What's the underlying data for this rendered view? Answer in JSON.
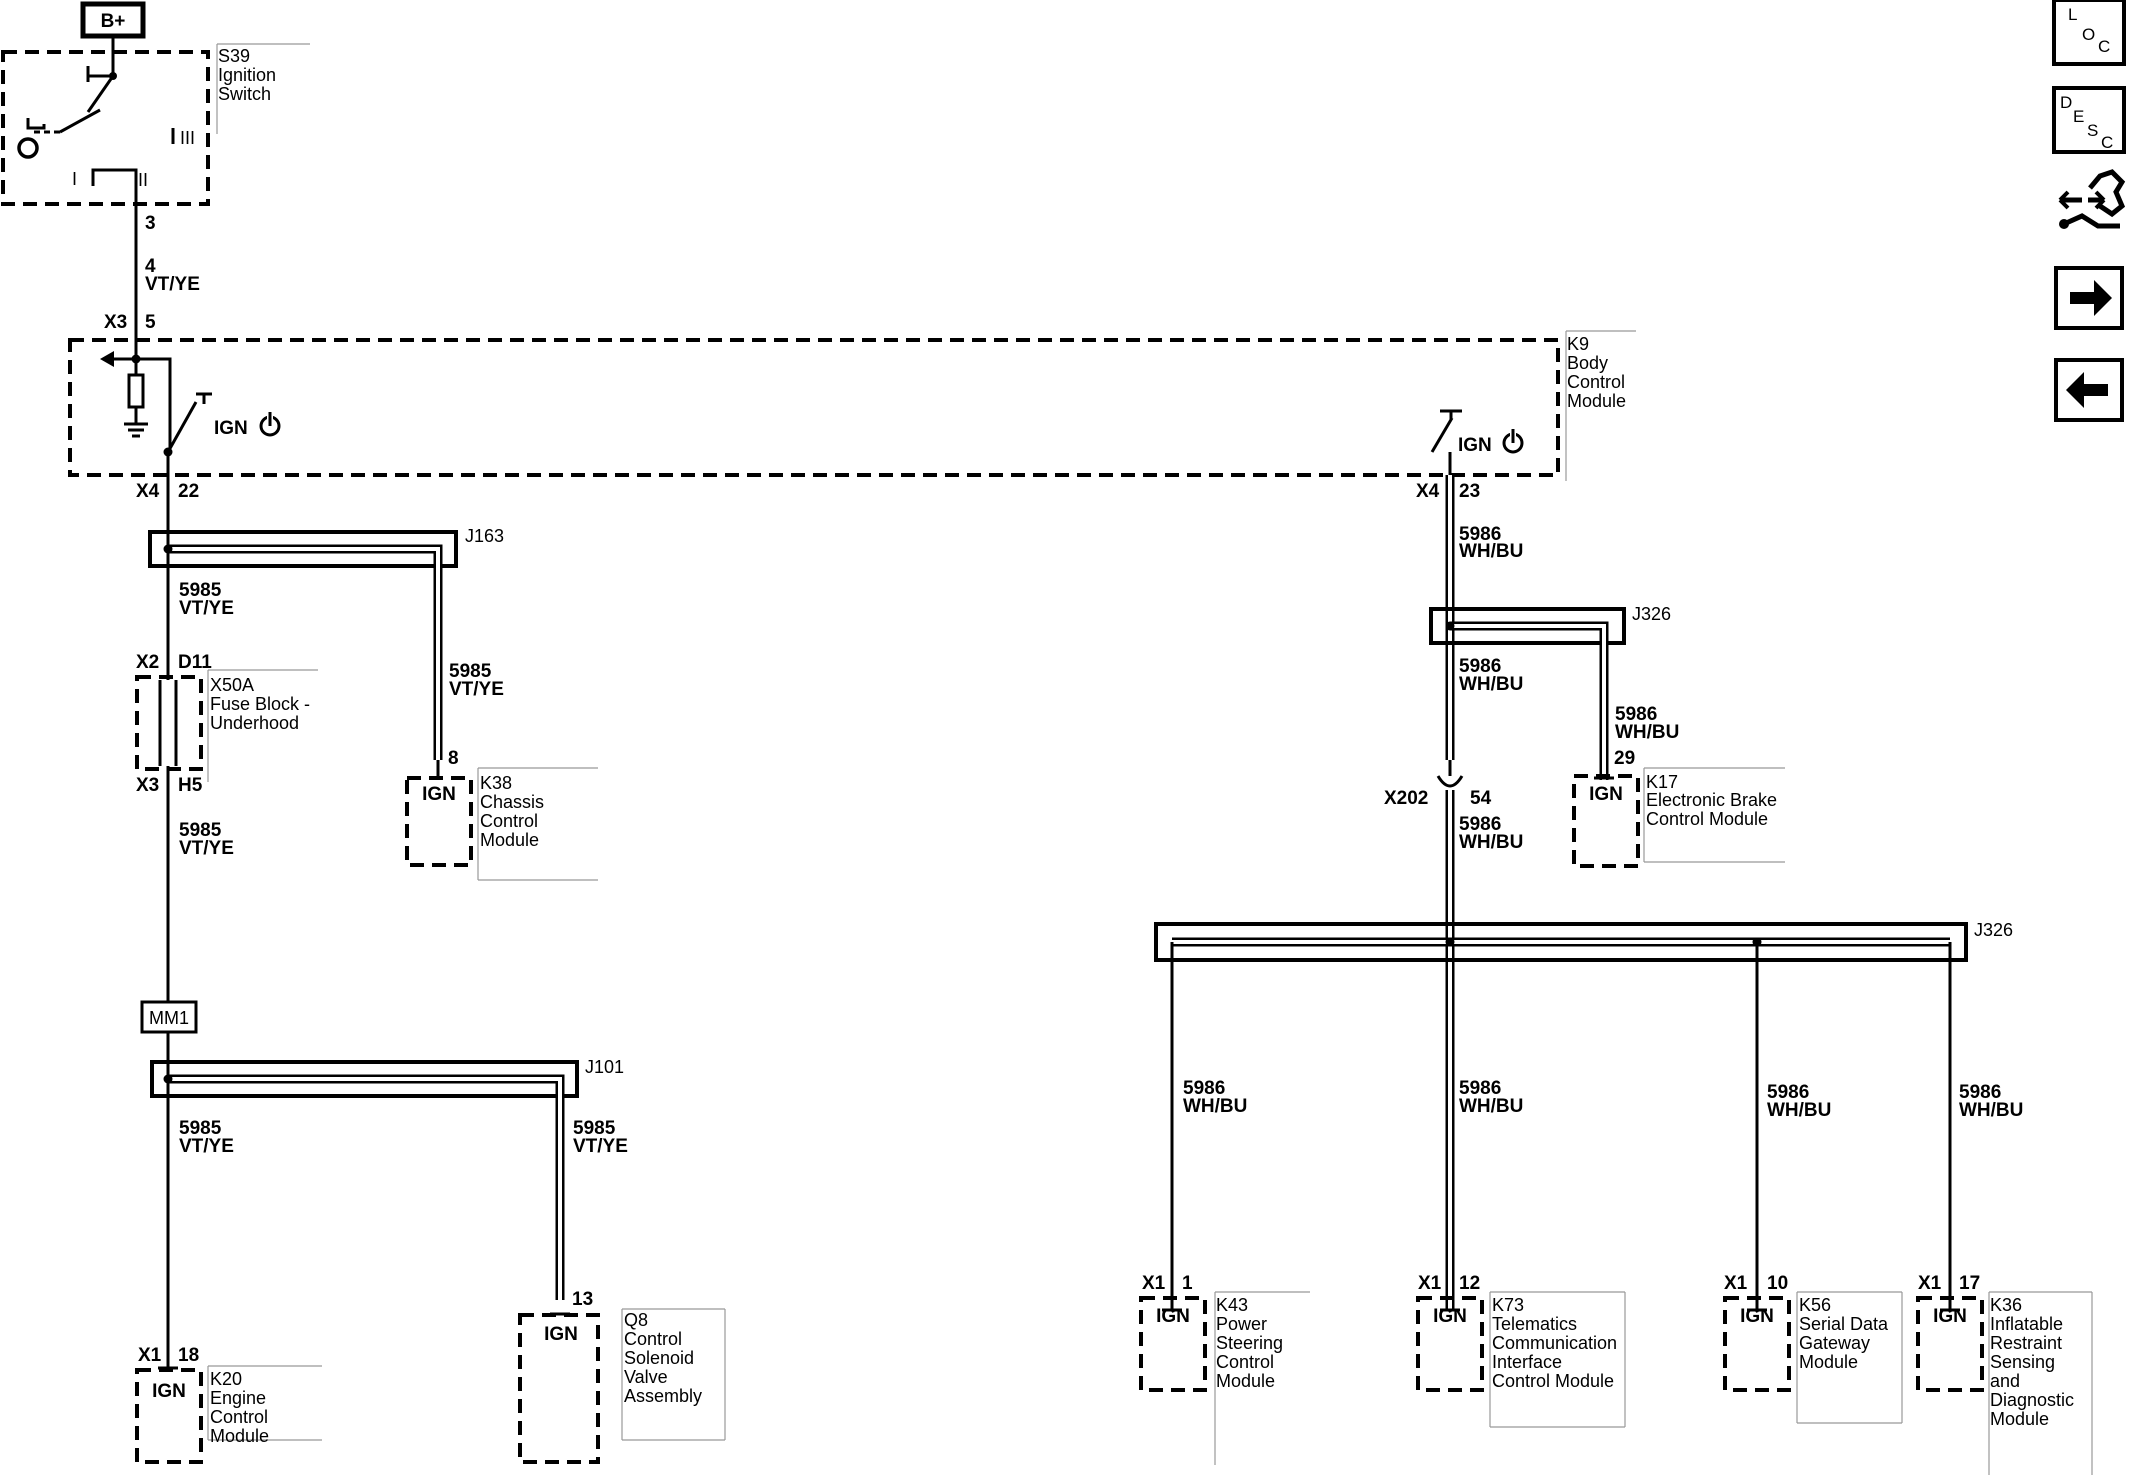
{
  "power": {
    "battery_label": "B+"
  },
  "components": {
    "s39": {
      "ref": "S39",
      "name_lines": [
        "Ignition",
        "Switch"
      ],
      "positions": [
        "I",
        "II",
        "III"
      ],
      "pin": "3"
    },
    "k9": {
      "ref": "K9",
      "name_lines": [
        "Body",
        "Control",
        "Module"
      ],
      "left_in_conn": "X3",
      "left_in_pin": "5",
      "left_out_conn": "X4",
      "left_out_pin": "22",
      "right_out_conn": "X4",
      "right_out_pin": "23",
      "ign_label": "IGN"
    },
    "x50a": {
      "ref": "X50A",
      "name_lines": [
        "Fuse Block -",
        "Underhood"
      ],
      "top_conn": "X2",
      "top_pin": "D11",
      "bot_conn": "X3",
      "bot_pin": "H5"
    },
    "k38": {
      "ref": "K38",
      "name_lines": [
        "Chassis",
        "Control",
        "Module"
      ],
      "pin": "8",
      "ign": "IGN"
    },
    "k20": {
      "ref": "K20",
      "name_lines": [
        "Engine",
        "Control",
        "Module"
      ],
      "conn": "X1",
      "pin": "18",
      "ign": "IGN"
    },
    "q8": {
      "ref": "Q8",
      "name_lines": [
        "Control",
        "Solenoid",
        "Valve",
        "Assembly"
      ],
      "pin": "13",
      "ign": "IGN"
    },
    "k17": {
      "ref": "K17",
      "name_lines": [
        "Electronic Brake",
        "Control Module"
      ],
      "pin": "29",
      "ign": "IGN"
    },
    "k43": {
      "ref": "K43",
      "name_lines": [
        "Power",
        "Steering",
        "Control",
        "Module"
      ],
      "conn": "X1",
      "pin": "1",
      "ign": "IGN"
    },
    "k73": {
      "ref": "K73",
      "name_lines": [
        "Telematics",
        "Communication",
        "Interface",
        "Control Module"
      ],
      "conn": "X1",
      "pin": "12",
      "ign": "IGN"
    },
    "k56": {
      "ref": "K56",
      "name_lines": [
        "Serial Data",
        "Gateway",
        "Module"
      ],
      "conn": "X1",
      "pin": "10",
      "ign": "IGN"
    },
    "k36": {
      "ref": "K36",
      "name_lines": [
        "Inflatable",
        "Restraint",
        "Sensing",
        "and",
        "Diagnostic",
        "Module"
      ],
      "conn": "X1",
      "pin": "17",
      "ign": "IGN"
    }
  },
  "splices": {
    "j163": "J163",
    "j101": "J101",
    "j326_top": "J326",
    "j326_bottom": "J326"
  },
  "inline_connectors": {
    "x202": {
      "ref": "X202",
      "pin": "54"
    },
    "mm1": "MM1"
  },
  "wires": {
    "s39_to_k9": {
      "circuit": "4",
      "color": "VT/YE"
    },
    "vt_ye_circuit": "5985",
    "vt_ye_color": "VT/YE",
    "wh_bu_circuit": "5986",
    "wh_bu_color": "WH/BU"
  },
  "nav": {
    "loc": [
      "L",
      "O",
      "C"
    ],
    "desc": [
      "D",
      "E",
      "S",
      "C"
    ]
  }
}
